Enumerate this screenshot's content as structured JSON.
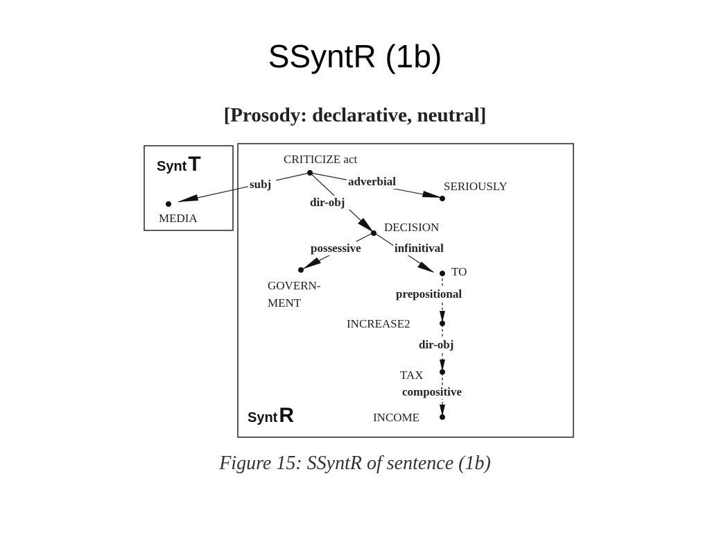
{
  "slide": {
    "title": "SSyntR (1b)",
    "subtitle": "[Prosody: declarative, neutral]",
    "caption": "Figure 15: SSyntR of sentence (1b)"
  },
  "diagram": {
    "synt_t": {
      "word": "Synt",
      "letter": "T"
    },
    "synt_r": {
      "word": "Synt",
      "letter": "R"
    },
    "nodes": {
      "criticize": "CRITICIZE act",
      "media": "MEDIA",
      "seriously": "SERIOUSLY",
      "decision": "DECISION",
      "government_1": "GOVERN-",
      "government_2": "MENT",
      "to": "TO",
      "increase": "INCREASE2",
      "tax": "TAX",
      "income": "INCOME"
    },
    "relations": {
      "subj": "subj",
      "adverbial": "adverbial",
      "dir_obj_1": "dir-obj",
      "possessive": "possessive",
      "infinitival": "infinitival",
      "prepositional": "prepositional",
      "dir_obj_2": "dir-obj",
      "compositive": "compositive"
    }
  }
}
